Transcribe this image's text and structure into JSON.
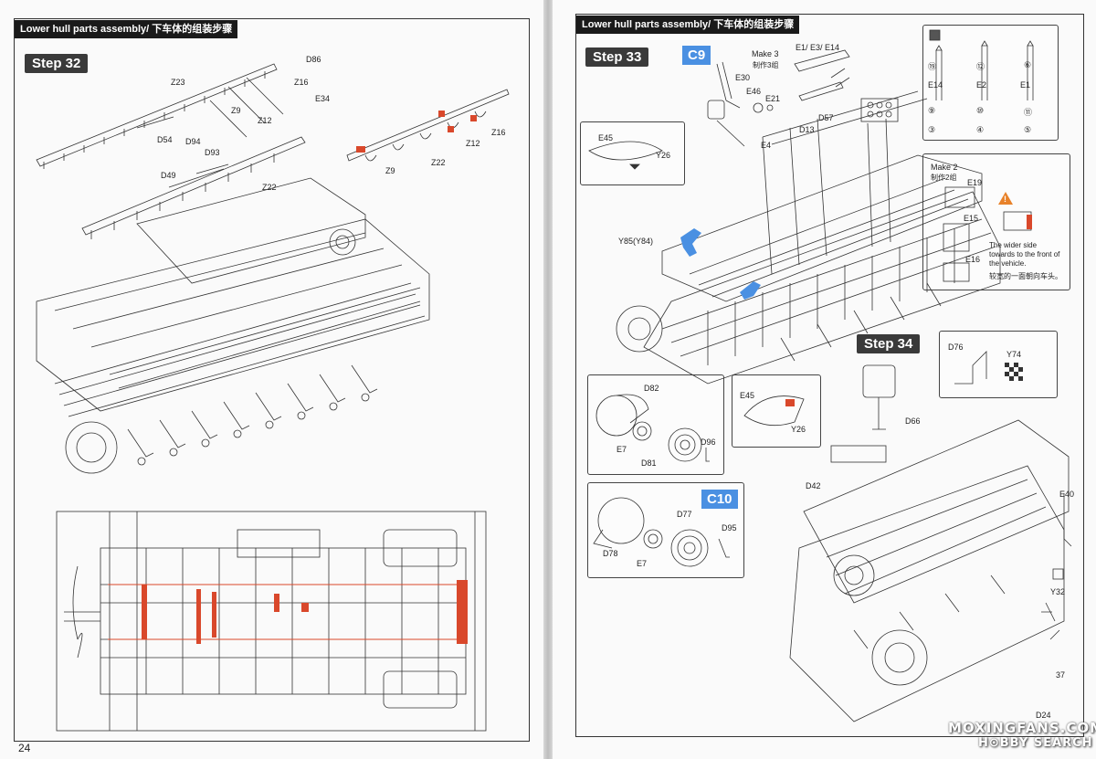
{
  "left_page": {
    "header": "Lower hull parts assembly/ 下车体的组装步骤",
    "step": "Step 32",
    "page_number": "24",
    "labels": [
      "D86",
      "Z23",
      "Z16",
      "E34",
      "Z9",
      "Z12",
      "D54",
      "D94",
      "D93",
      "Z16",
      "Z12",
      "Z9",
      "Z22",
      "D49",
      "Z22"
    ]
  },
  "right_page": {
    "header": "Lower hull parts assembly/ 下车体的组装步骤",
    "step33": "Step 33",
    "step34": "Step 34",
    "c9": {
      "badge": "C9",
      "make": "Make 3",
      "make_cn": "制作3组",
      "parts": [
        "E30",
        "E46",
        "E21"
      ]
    },
    "top_parts": [
      "E1/ E3/ E14",
      "D57",
      "D13",
      "E4"
    ],
    "shells": {
      "labels": [
        "E14",
        "E2",
        "E1"
      ],
      "nums": [
        "⑲",
        "⑫",
        "⑥",
        "⑨",
        "⑩",
        "⑪",
        "③",
        "④",
        "⑤"
      ]
    },
    "make2": {
      "make": "Make 2",
      "make_cn": "制作2组",
      "parts": [
        "E19",
        "E15",
        "E16"
      ],
      "note": "The wider side towards to the front of the vehicle.",
      "note_cn": "较宽的一面朝向车头。",
      "warn_icon": "warning-icon"
    },
    "e45_top": [
      "E45",
      "Y26"
    ],
    "y85": "Y85(Y84)",
    "wheel_box": [
      "D82",
      "E7",
      "D81",
      "D96"
    ],
    "e45_box": [
      "E45",
      "Y26"
    ],
    "c10": {
      "badge": "C10",
      "parts": [
        "D77",
        "D95",
        "D78",
        "E7"
      ]
    },
    "step34_box": [
      "D76",
      "Y74"
    ],
    "step34_parts": [
      "D66",
      "D42",
      "E40",
      "Y32",
      "37",
      "D24"
    ],
    "watermark": "MOXINGFANS.COM",
    "watermark2": "H⊙BBY SEARCH"
  },
  "colors": {
    "accent_red": "#d9482b",
    "accent_blue": "#4a90e2",
    "header_bg": "#1a1a1a"
  }
}
